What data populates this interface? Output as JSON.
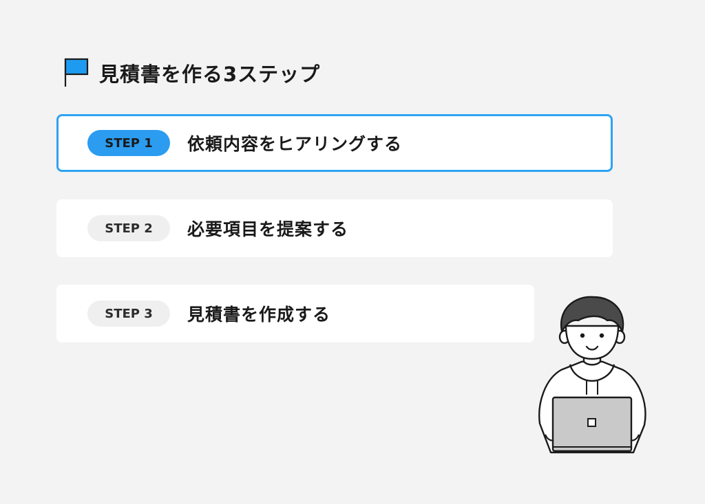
{
  "header": {
    "icon": "flag-icon",
    "accent_color": "#1e9bf0",
    "title": "見積書を作る3ステップ"
  },
  "steps": [
    {
      "badge": "STEP 1",
      "label": "依頼内容をヒアリングする",
      "active": true
    },
    {
      "badge": "STEP 2",
      "label": "必要項目を提案する",
      "active": false
    },
    {
      "badge": "STEP 3",
      "label": "見積書を作成する",
      "active": false
    }
  ],
  "illustration": {
    "icon": "person-with-laptop-icon"
  }
}
